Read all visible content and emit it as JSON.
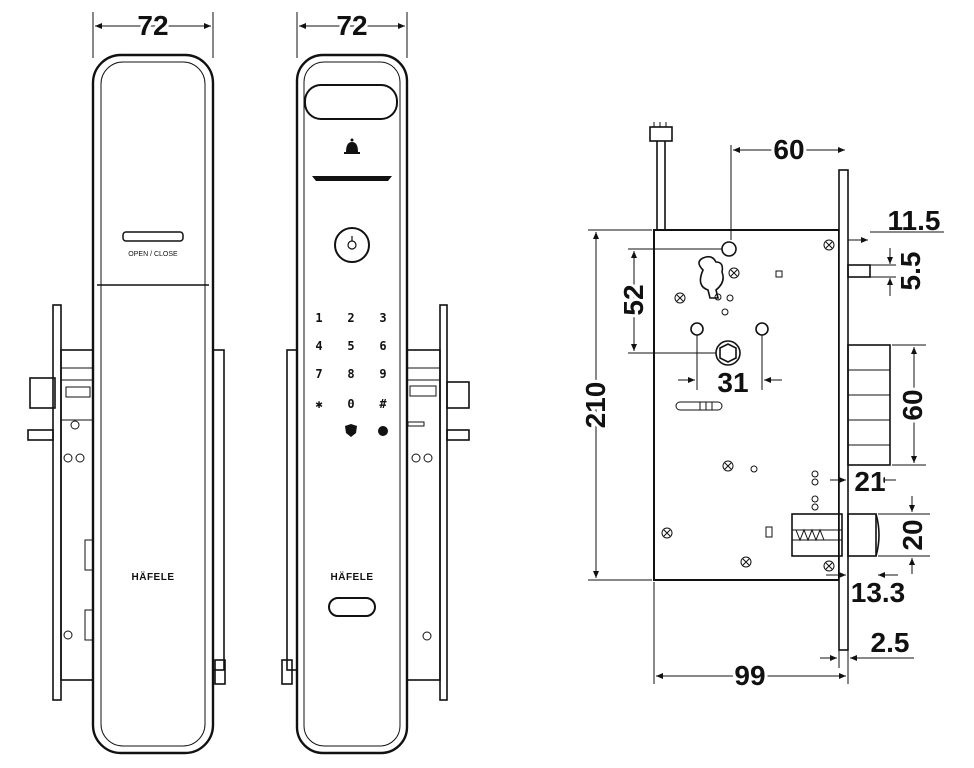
{
  "front_view": {
    "width_label": "72",
    "button_label": "OPEN / CLOSE",
    "brand": "HÄFELE"
  },
  "back_view": {
    "width_label": "72",
    "keypad": [
      "1",
      "2",
      "3",
      "4",
      "5",
      "6",
      "7",
      "8",
      "9",
      "✱",
      "0",
      "#"
    ],
    "brand": "HÄFELE"
  },
  "mortise": {
    "dims": {
      "d60_top": "60",
      "d11_5": "11.5",
      "d5_5": "5.5",
      "d52": "52",
      "d210": "210",
      "d31": "31",
      "d60_right": "60",
      "d21": "21",
      "d20": "20",
      "d13_3": "13.3",
      "d2_5": "2.5",
      "d99": "99"
    }
  }
}
